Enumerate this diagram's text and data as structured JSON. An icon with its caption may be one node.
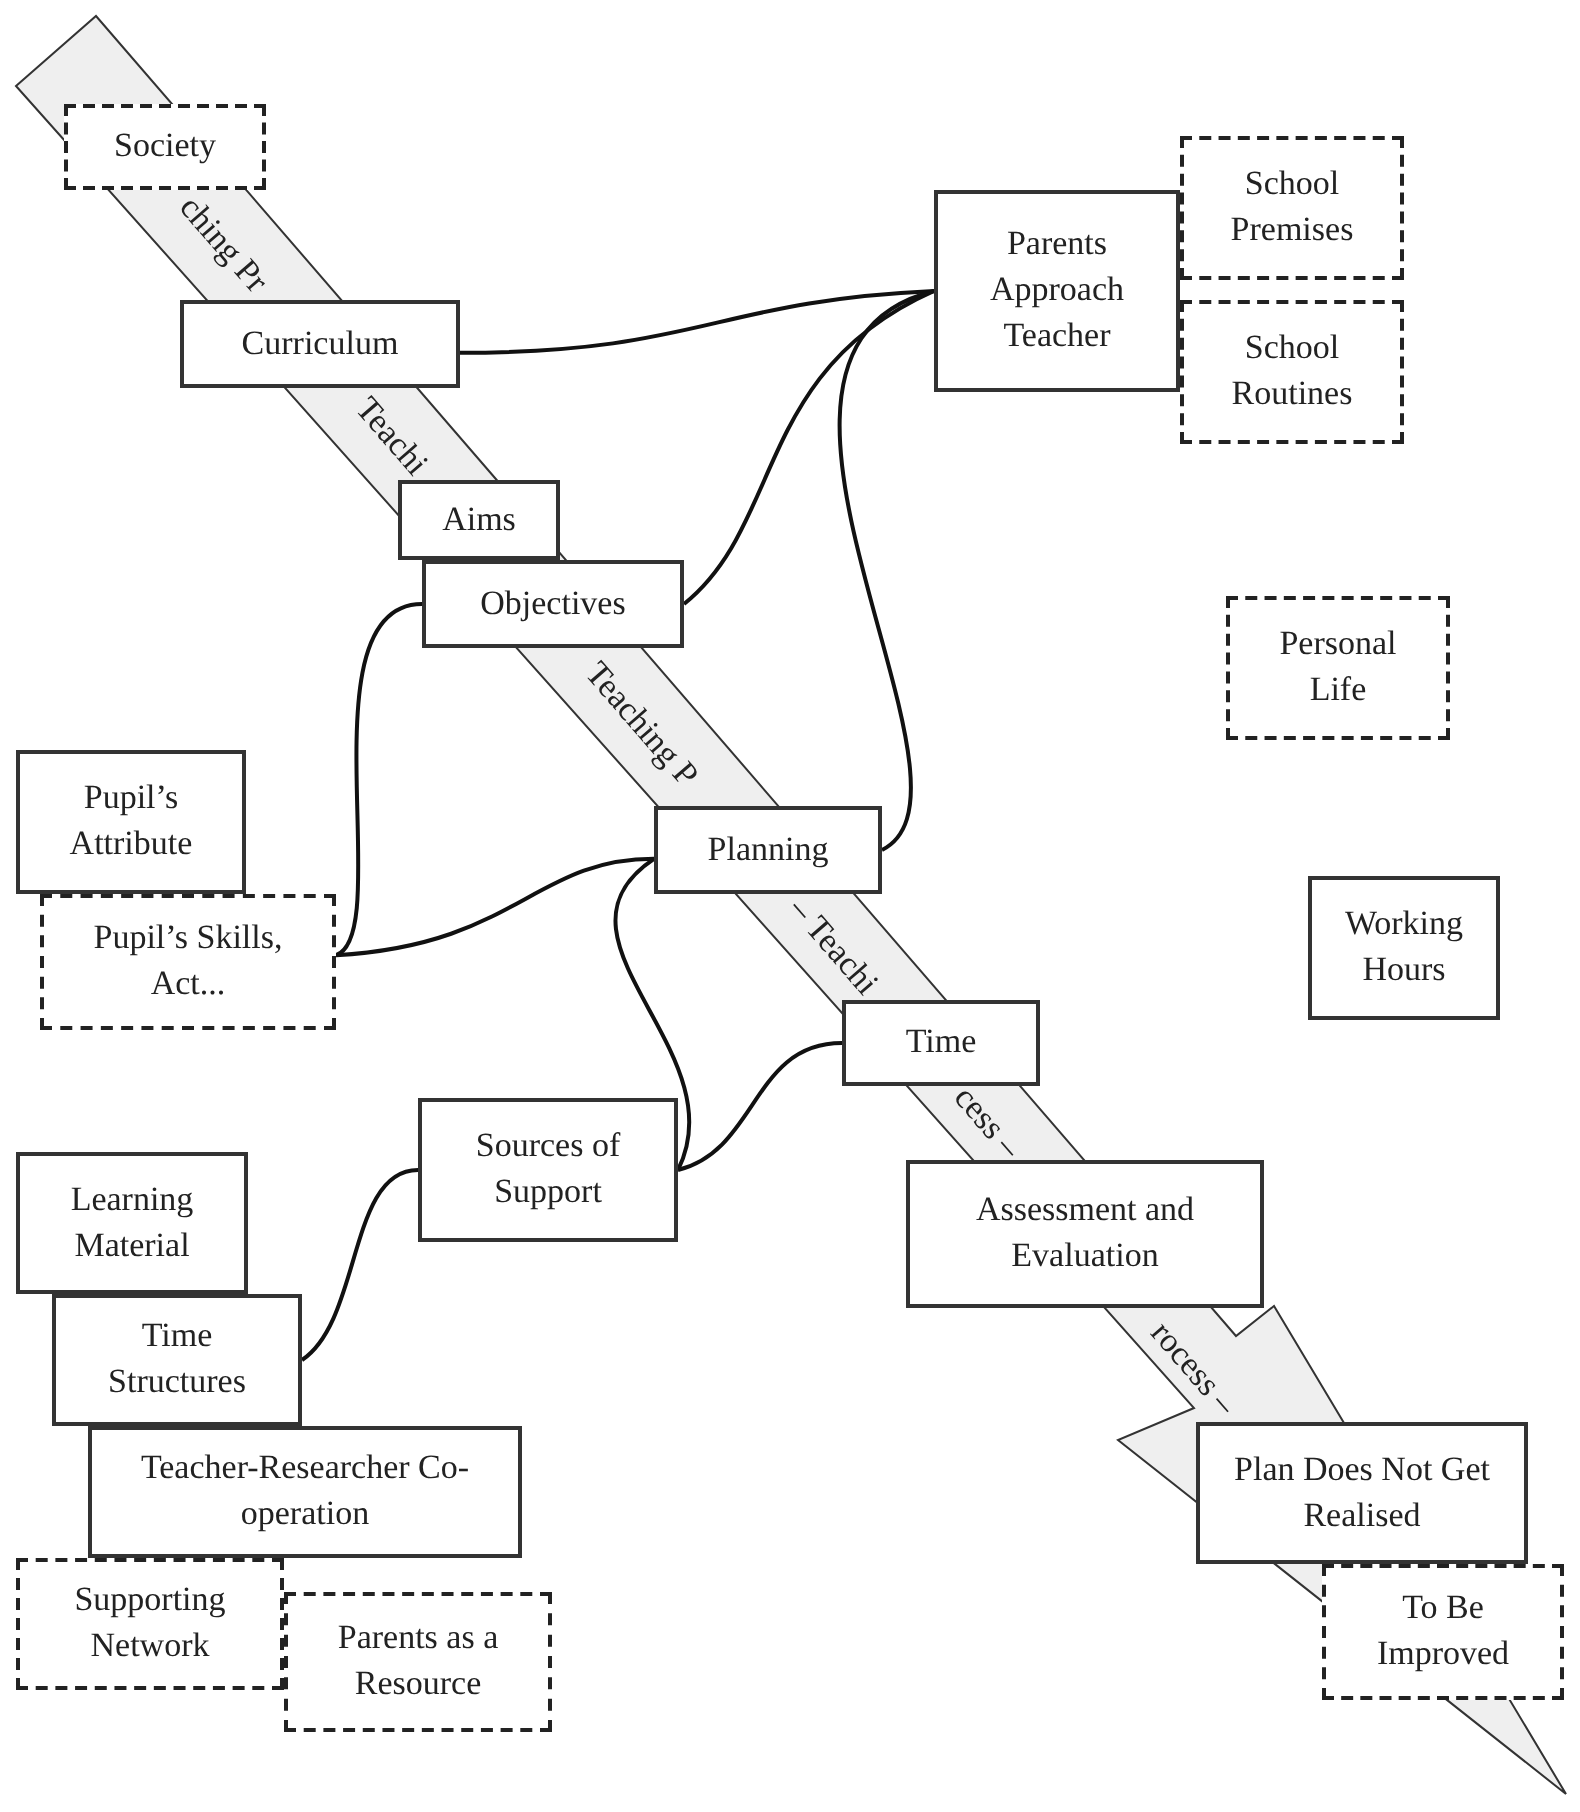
{
  "diagram": {
    "nodes": [
      {
        "text": [
          "Society"
        ]
      },
      {
        "text": [
          "Curriculum"
        ]
      },
      {
        "text": [
          "Aims"
        ]
      },
      {
        "text": [
          "Objectives"
        ]
      },
      {
        "text": [
          "Parents Approach Teacher"
        ]
      },
      {
        "text": [
          "School Premises"
        ]
      },
      {
        "text": [
          "School Routines"
        ]
      },
      {
        "text": [
          "Personal Life"
        ]
      },
      {
        "text": [
          "Pupil’s Attribute"
        ]
      },
      {
        "text": [
          "Pupil’s Skills, Act..."
        ]
      },
      {
        "text": [
          "Planning"
        ]
      },
      {
        "text": [
          "Working Hours"
        ]
      },
      {
        "text": [
          "Time"
        ]
      },
      {
        "text": [
          "Sources of Support"
        ]
      },
      {
        "text": [
          "Assessment and Evaluation"
        ]
      },
      {
        "text": [
          "Learning Material"
        ]
      },
      {
        "text": [
          "Time Structures"
        ]
      },
      {
        "text": [
          "Teacher-Researcher Co-operation"
        ]
      },
      {
        "text": [
          "Supporting Network"
        ]
      },
      {
        "text": [
          "Parents as a Resource"
        ]
      },
      {
        "text": [
          "Plan Does Not Get Realised"
        ]
      },
      {
        "text": [
          "To Be Improved"
        ]
      }
    ],
    "edges": [
      {
        "from": 1,
        "to": 4,
        "arrow": "none"
      },
      {
        "from": 3,
        "to": 4,
        "arrow": "none"
      },
      {
        "from": 10,
        "to": 4,
        "arrow": "none"
      },
      {
        "from": 9,
        "to": 3,
        "arrow": "none"
      },
      {
        "from": 9,
        "to": 10,
        "arrow": "none"
      },
      {
        "from": 10,
        "to": 13,
        "arrow": "none"
      },
      {
        "from": 12,
        "to": 13,
        "arrow": "none"
      },
      {
        "from": 13,
        "to": 16,
        "arrow": "none"
      }
    ],
    "labels": [
      "ching Pr",
      "Teachi",
      "Teaching P",
      "– Teachi",
      "cess –",
      "rocess –"
    ]
  }
}
